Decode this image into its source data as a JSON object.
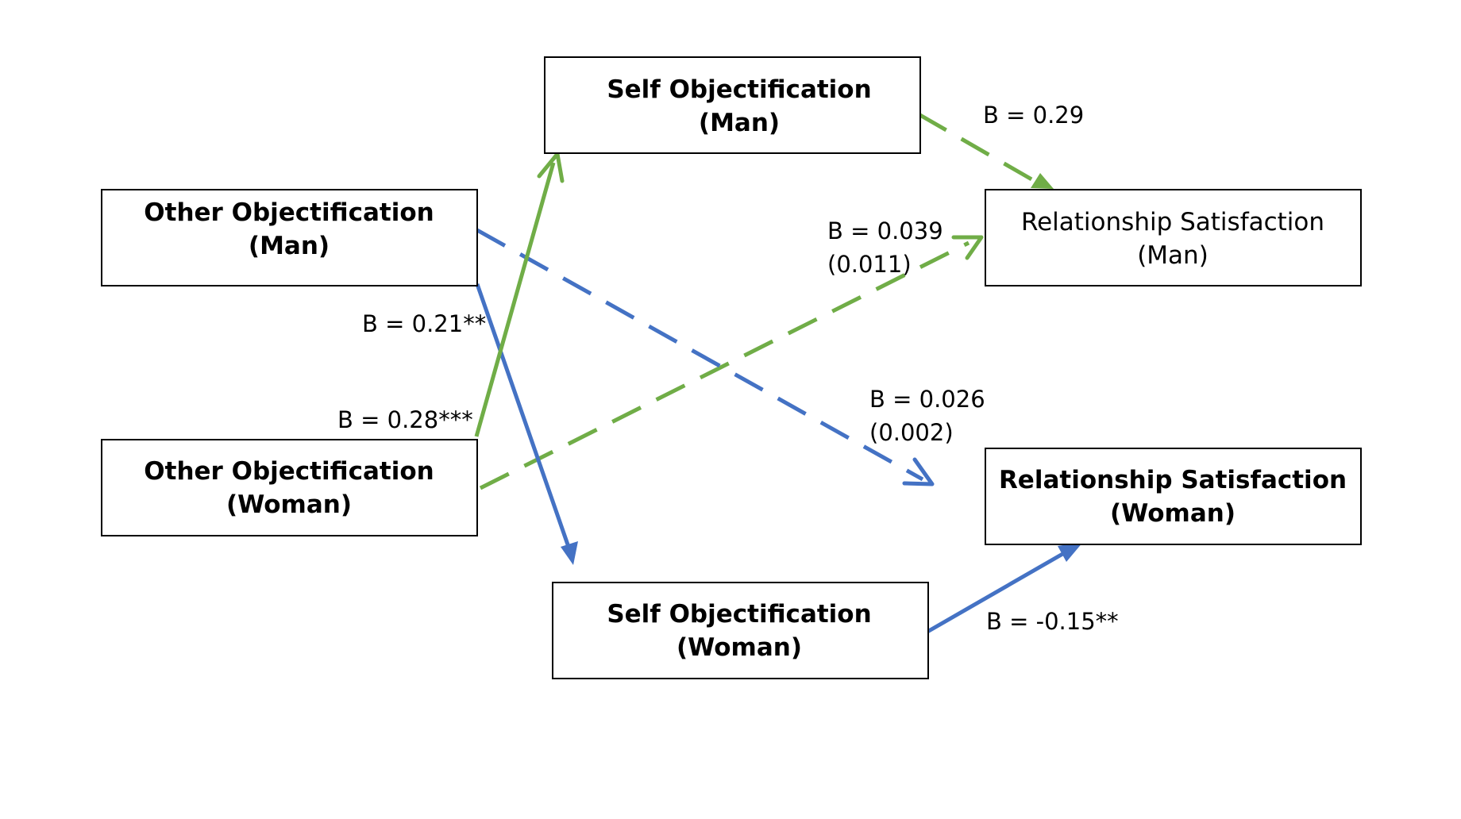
{
  "nodes": {
    "self_man": {
      "line1": "Self Objectification",
      "line2": "(Man)"
    },
    "other_man": {
      "line1": "Other Objectification",
      "line2": "(Man)"
    },
    "rel_man": {
      "line1": "Relationship Satisfaction",
      "line2": "(Man)"
    },
    "other_woman": {
      "line1": "Other Objectification",
      "line2": "(Woman)"
    },
    "rel_woman": {
      "line1": "Relationship Satisfaction",
      "line2": "(Woman)"
    },
    "self_woman": {
      "line1": "Self Objectification",
      "line2": "(Woman)"
    }
  },
  "edges": {
    "self_man_to_rel_man": {
      "label": "B = 0.29",
      "color": "#70ad47",
      "style": "dashed"
    },
    "other_woman_to_rel_man": {
      "label1": "B = 0.039",
      "label2": "(0.011)",
      "color": "#70ad47",
      "style": "dashed"
    },
    "other_man_to_rel_woman": {
      "label1": "B = 0.026",
      "label2": "(0.002)",
      "color": "#4472c4",
      "style": "dashed"
    },
    "other_man_to_self_woman": {
      "label": "B = 0.21**",
      "color": "#4472c4",
      "style": "solid"
    },
    "other_woman_to_self_man": {
      "label": "B = 0.28***",
      "color": "#70ad47",
      "style": "solid"
    },
    "self_woman_to_rel_woman": {
      "label": "B = -0.15**",
      "color": "#4472c4",
      "style": "solid"
    }
  }
}
